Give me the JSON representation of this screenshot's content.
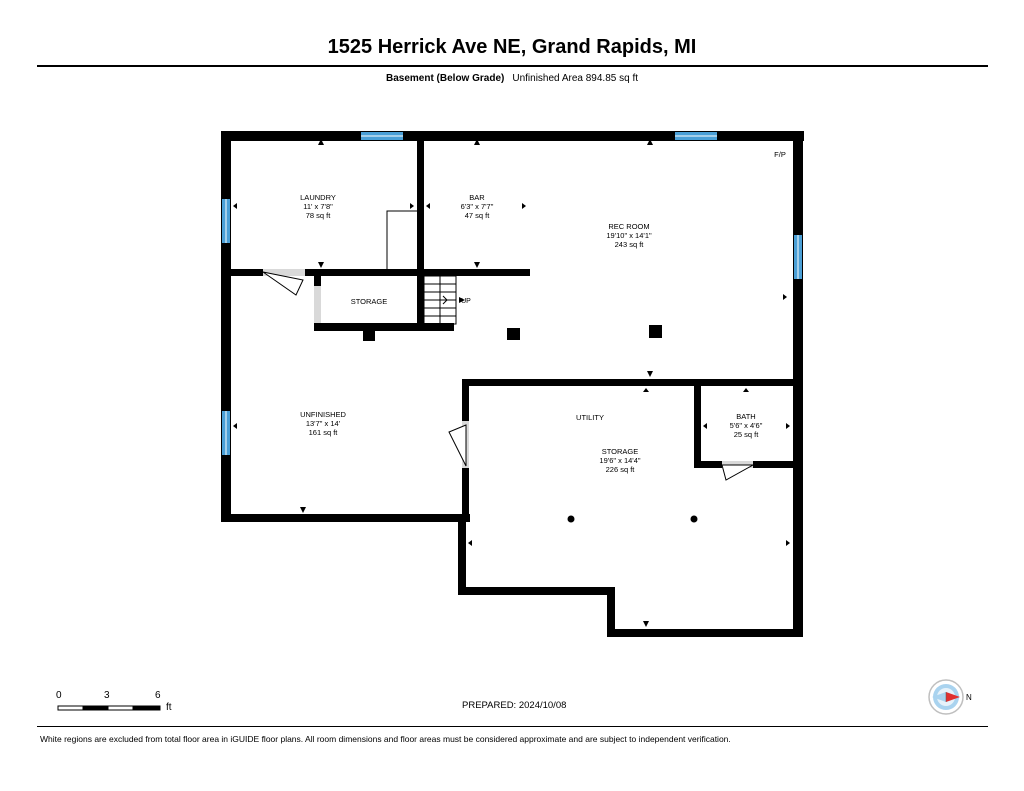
{
  "header": {
    "title": "1525 Herrick Ave NE, Grand Rapids, MI",
    "level": "Basement (Below Grade)",
    "area": "Unfinished Area 894.85 sq ft"
  },
  "rooms": {
    "laundry": {
      "name": "LAUNDRY",
      "dims": "11' x 7'8\"",
      "area": "78 sq ft"
    },
    "bar": {
      "name": "BAR",
      "dims": "6'3\" x 7'7\"",
      "area": "47 sq ft"
    },
    "rec_room": {
      "name": "REC ROOM",
      "dims": "19'10\" x 14'1\"",
      "area": "243 sq ft"
    },
    "storage_small": {
      "name": "STORAGE"
    },
    "unfinished": {
      "name": "UNFINISHED",
      "dims": "13'7\" x 14'",
      "area": "161 sq ft"
    },
    "utility": {
      "name": "UTILITY"
    },
    "storage_large": {
      "name": "STORAGE",
      "dims": "19'6\" x 14'4\"",
      "area": "226 sq ft"
    },
    "bath": {
      "name": "BATH",
      "dims": "5'6\" x 4'6\"",
      "area": "25 sq ft"
    }
  },
  "labels": {
    "fireplace": "F/P",
    "stairs_up": "UP"
  },
  "scale": {
    "ticks": [
      "0",
      "3",
      "6"
    ],
    "unit": "ft"
  },
  "compass": {
    "north": "N"
  },
  "prepared": "PREPARED: 2024/10/08",
  "footer": "White regions are excluded from total floor area in iGUIDE floor plans. All room dimensions and floor areas must be considered approximate and are subject to independent verification.",
  "colors": {
    "wall": "#000000",
    "window": "#4a9fd6",
    "door_gap": "#d9d9d9",
    "compass_red": "#e03030"
  }
}
